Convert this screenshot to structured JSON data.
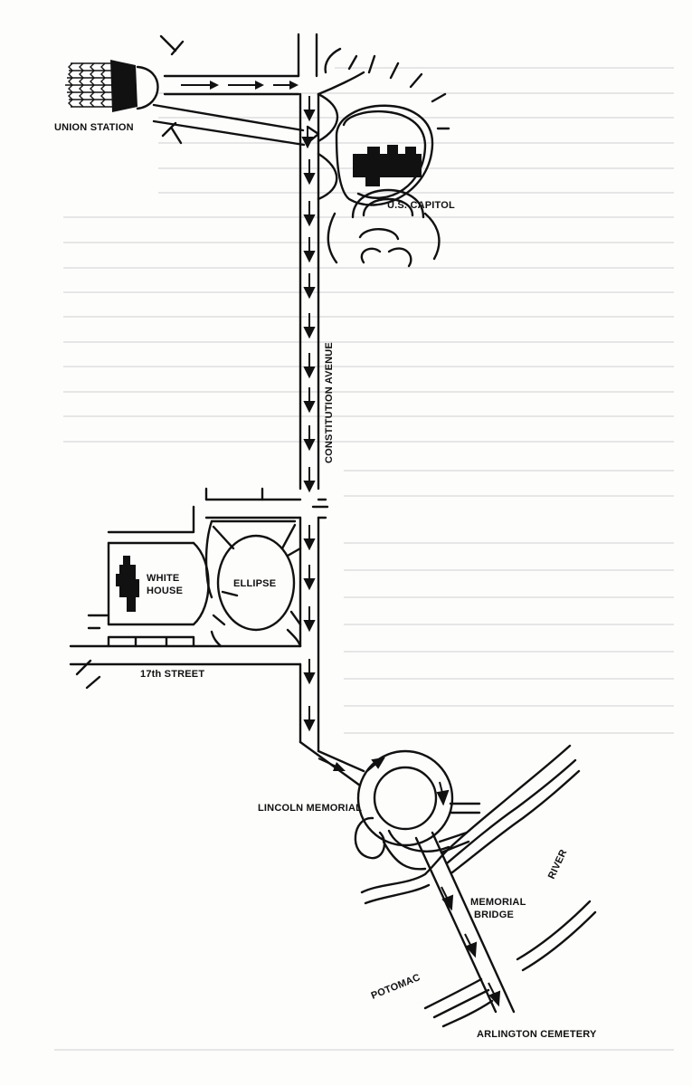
{
  "map": {
    "labels": {
      "union_station": "UNION STATION",
      "us_capitol": "U.S. CAPITOL",
      "constitution_avenue": "CONSTITUTION AVENUE",
      "white_house_1": "WHITE",
      "white_house_2": "HOUSE",
      "ellipse": "ELLIPSE",
      "seventeenth_street": "17th STREET",
      "lincoln_memorial": "LINCOLN MEMORIAL",
      "river": "RIVER",
      "memorial_bridge_1": "MEMORIAL",
      "memorial_bridge_2": "BRIDGE",
      "potomac": "POTOMAC",
      "arlington_cemetery": "ARLINGTON CEMETERY"
    },
    "colors": {
      "ink": "#111111",
      "paper": "#fdfdfc"
    }
  }
}
